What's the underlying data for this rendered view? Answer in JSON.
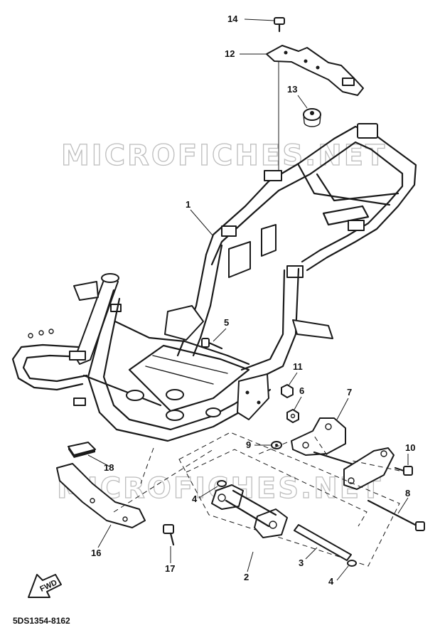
{
  "watermark": "MICROFICHES.NET",
  "fwd_label": "FWD",
  "reference_code": "5DS1354-8162",
  "callouts": {
    "c1": "1",
    "c2": "2",
    "c3": "3",
    "c4a": "4",
    "c4b": "4",
    "c5": "5",
    "c6": "6",
    "c7": "7",
    "c8": "8",
    "c9": "9",
    "c10": "10",
    "c11": "11",
    "c12": "12",
    "c13": "13",
    "c14": "14",
    "c16": "16",
    "c17": "17",
    "c18": "18"
  }
}
